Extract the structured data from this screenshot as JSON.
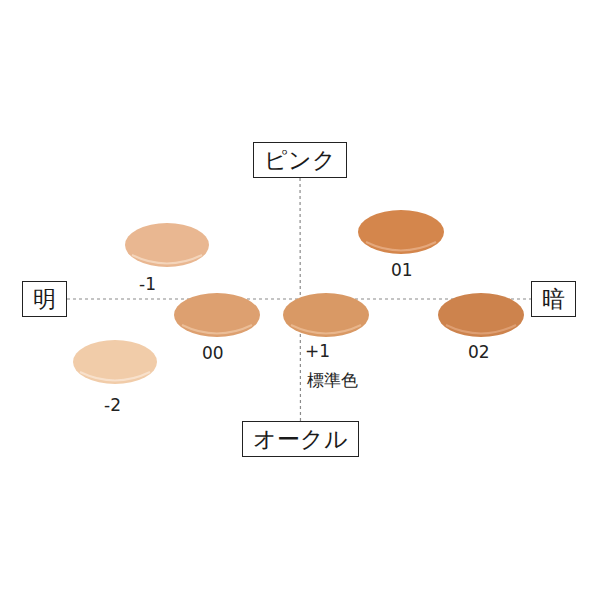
{
  "diagram": {
    "nodes": [
      {
        "text": [
          "ピンク"
        ]
      },
      {
        "text": [
          "明"
        ]
      },
      {
        "text": [
          "暗"
        ]
      },
      {
        "text": [
          "オークル"
        ]
      }
    ],
    "edges": [
      {
        "from": 0,
        "to": 3,
        "arrow": "none"
      },
      {
        "from": 1,
        "to": 2,
        "arrow": "none"
      }
    ],
    "labels": [
      "-1",
      "01",
      "00",
      "+1",
      "標準色",
      "02",
      "-2"
    ]
  }
}
